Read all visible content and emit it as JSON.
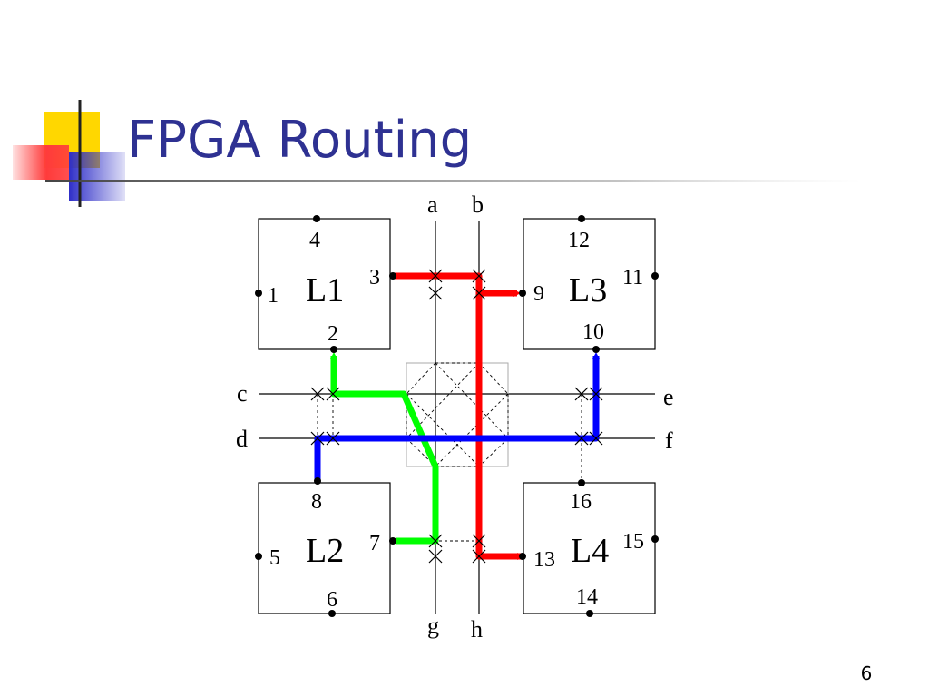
{
  "slide": {
    "title": "FPGA Routing",
    "page_number": "6"
  },
  "colors": {
    "title": "#2e3192",
    "red_route": "#ff0000",
    "green_route": "#00ff00",
    "blue_route": "#0000ff",
    "logo_yellow": "#ffd700",
    "logo_blue": "#3333cc",
    "logo_red": "#ff4444"
  },
  "diagram": {
    "blocks": [
      {
        "name": "L1",
        "pins": [
          "1",
          "2",
          "3",
          "4"
        ]
      },
      {
        "name": "L2",
        "pins": [
          "5",
          "6",
          "7",
          "8"
        ]
      },
      {
        "name": "L3",
        "pins": [
          "9",
          "10",
          "11",
          "12"
        ]
      },
      {
        "name": "L4",
        "pins": [
          "13",
          "14",
          "15",
          "16"
        ]
      }
    ],
    "tracks": {
      "vertical": [
        "a",
        "b",
        "g",
        "h"
      ],
      "horizontal": [
        "c",
        "d",
        "e",
        "f"
      ]
    },
    "routes": [
      {
        "color": "red",
        "pins": [
          "3",
          "9",
          "13"
        ]
      },
      {
        "color": "green",
        "pins": [
          "2",
          "7"
        ]
      },
      {
        "color": "blue",
        "pins": [
          "8",
          "10"
        ]
      }
    ]
  }
}
